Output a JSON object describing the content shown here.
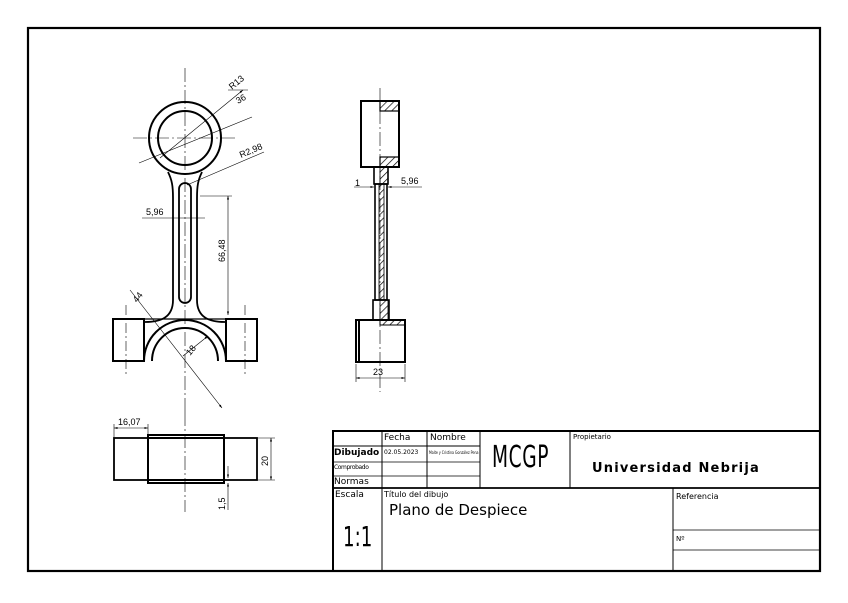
{
  "drawing": {
    "front_view": {
      "dimensions": {
        "radius_small_end": "R13",
        "diameter_small_end": "36",
        "slot_radius": "R2,98",
        "slot_width": "5,96",
        "center_distance": "66,48",
        "big_end_outer": "44",
        "big_end_inner": "18"
      }
    },
    "side_view": {
      "dimensions": {
        "web_offset": "1",
        "web_width": "5,96",
        "big_end_width": "23"
      }
    },
    "top_view": {
      "dimensions": {
        "cap_length": "16,07",
        "height": "20",
        "offset": "1,5"
      }
    }
  },
  "title_block": {
    "header": {
      "fecha_label": "Fecha",
      "nombre_label": "Nombre"
    },
    "rows": {
      "dibujado_label": "Dibujado",
      "dibujado_fecha": "02.05.2023",
      "dibujado_nombre": "Maite y Cristina González Pena",
      "comprobado_label": "Comprobado",
      "normas_label": "Normas"
    },
    "code": "MCGP",
    "propietario_label": "Propietario",
    "propietario_value": "Universidad Nebrija",
    "escala_label": "Escala",
    "escala_value": "1:1",
    "titulo_label": "Título del dibujo",
    "titulo_value": "Plano de Despiece",
    "referencia_label": "Referencia",
    "numero_label": "Nº"
  }
}
